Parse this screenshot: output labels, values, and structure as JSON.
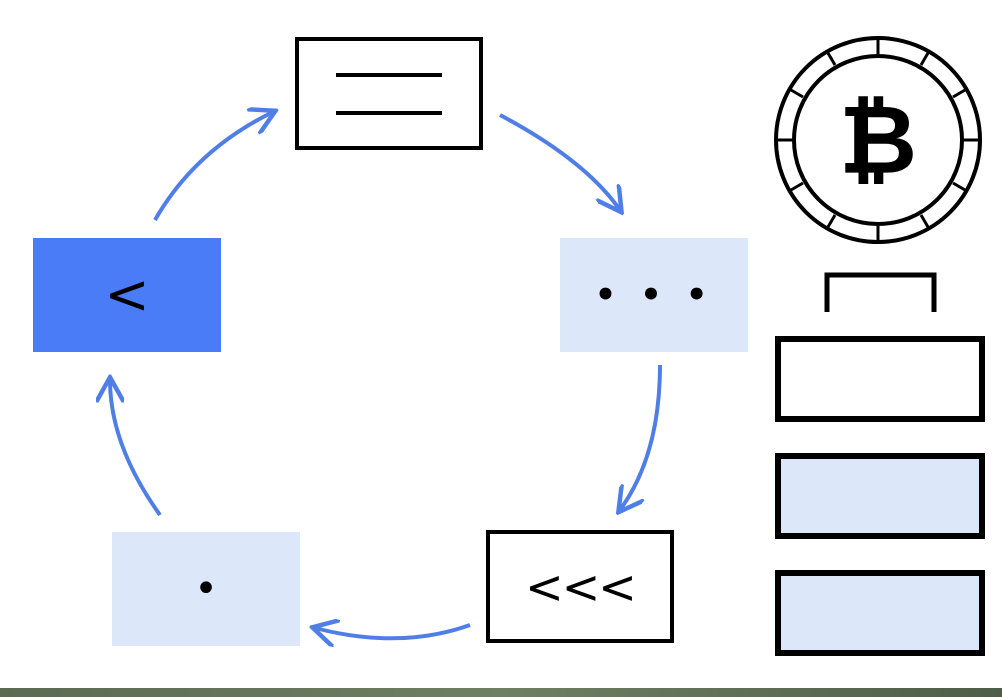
{
  "colors": {
    "accent": "#4a7cf7",
    "arrow": "#4f7fe6",
    "light_fill": "#dce7fa",
    "stroke": "#000000",
    "white": "#ffffff"
  },
  "cycle": {
    "nodes": [
      {
        "id": "top",
        "kind": "menu",
        "icon": "hamburger-lines-icon",
        "text": ""
      },
      {
        "id": "right",
        "kind": "more",
        "icon": "ellipsis-icon",
        "text": "• • •"
      },
      {
        "id": "bottom-right",
        "kind": "rewind",
        "icon": "triple-chevron-left-icon",
        "text": "<<<"
      },
      {
        "id": "bottom-left",
        "kind": "dot",
        "icon": "dot-icon",
        "text": "•"
      },
      {
        "id": "left",
        "kind": "back",
        "icon": "chevron-left-icon",
        "text": "<"
      }
    ],
    "direction": "clockwise"
  },
  "side_panel": {
    "coin_icon": "bitcoin-coin-icon",
    "coin_symbol": "₿",
    "bracket_icon": "bracket-handle-icon",
    "stack_bars": [
      {
        "fill": "white"
      },
      {
        "fill": "light"
      },
      {
        "fill": "light"
      }
    ]
  }
}
